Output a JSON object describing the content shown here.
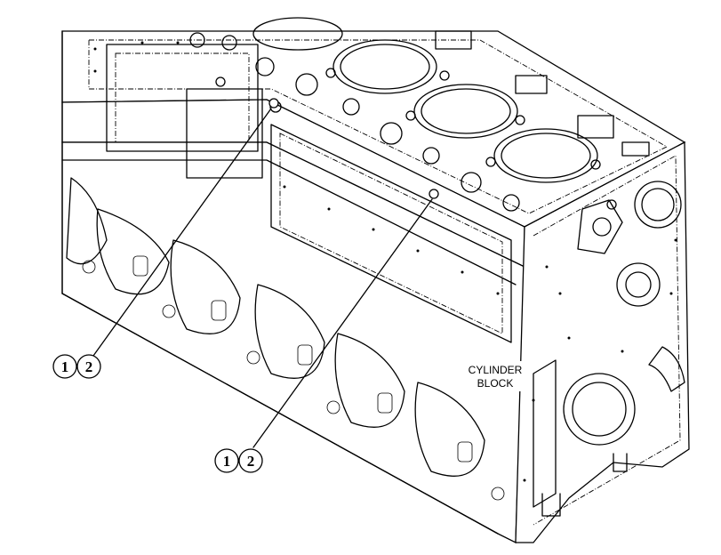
{
  "diagram": {
    "component_label": [
      "CYLINDER",
      "BLOCK"
    ],
    "callouts": [
      {
        "items": [
          "1",
          "2"
        ]
      },
      {
        "items": [
          "1",
          "2"
        ]
      }
    ],
    "line_color": "#000000",
    "background": "#ffffff"
  }
}
